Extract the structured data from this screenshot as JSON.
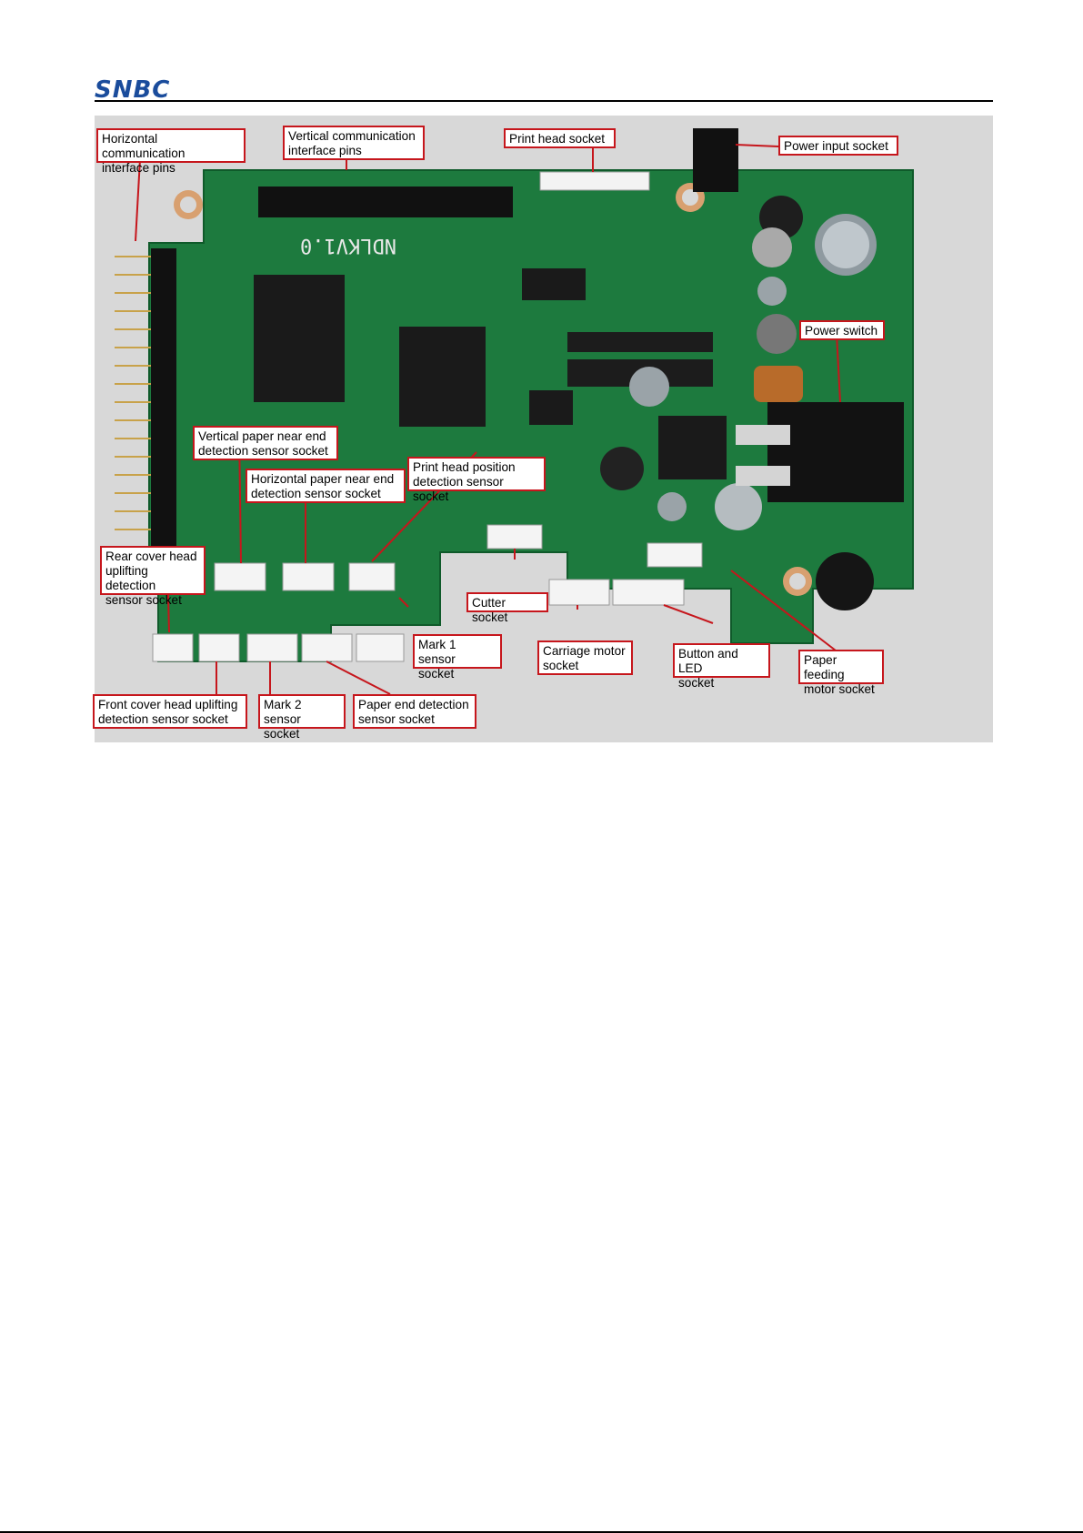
{
  "header": {
    "logo_text": "SNBC"
  },
  "figure": {
    "board_marking": "NDLKV1.0",
    "callouts": {
      "horizontal_comm": "Horizontal communication\ninterface pins",
      "vertical_comm": "Vertical communication\ninterface pins",
      "print_head": "Print head socket",
      "power_input": "Power input socket",
      "power_switch": "Power switch",
      "vertical_paper_near_end": "Vertical paper near end\ndetection sensor socket",
      "horizontal_paper_near_end": "Horizontal paper near end\ndetection sensor socket",
      "print_head_position": "Print head position\ndetection sensor socket",
      "rear_cover": "Rear cover head\nuplifting detection\nsensor socket",
      "cutter": "Cutter socket",
      "mark1": "Mark 1 sensor\nsocket",
      "carriage_motor": "Carriage motor\nsocket",
      "button_led": "Button and LED\nsocket",
      "paper_feeding": "Paper feeding\nmotor socket",
      "front_cover": "Front cover head uplifting\ndetection sensor socket",
      "mark2": "Mark 2 sensor\nsocket",
      "paper_end": "Paper end detection\nsensor socket"
    }
  }
}
